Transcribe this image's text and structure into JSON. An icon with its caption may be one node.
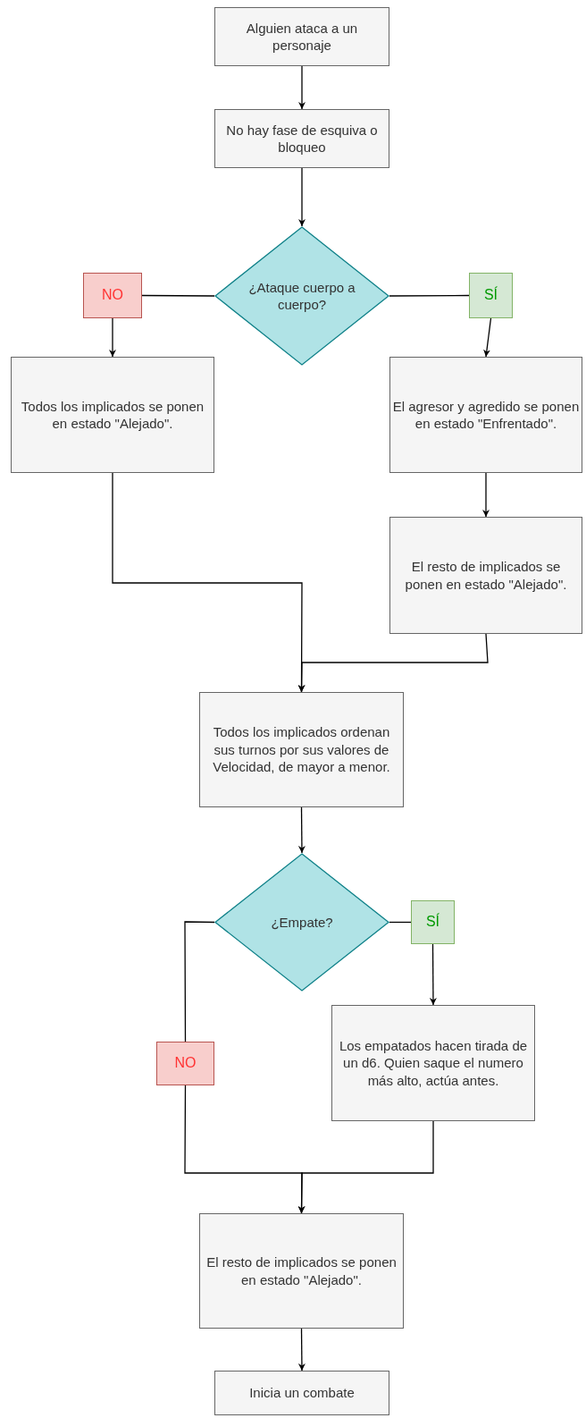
{
  "diagram": {
    "nodes": [
      {
        "text": [
          "Alguien ataca a un personaje"
        ]
      },
      {
        "text": [
          "No hay fase de esquiva o bloqueo"
        ]
      },
      {
        "text": [
          "¿Ataque cuerpo a cuerpo?"
        ]
      },
      {
        "text": [
          "NO"
        ]
      },
      {
        "text": [
          "SÍ"
        ]
      },
      {
        "text": [
          "Todos los implicados se ponen en estado \"Alejado\"."
        ]
      },
      {
        "text": [
          "El agresor y agredido se ponen en estado \"Enfrentado\"."
        ]
      },
      {
        "text": [
          "El resto de implicados se ponen en estado \"Alejado\"."
        ]
      },
      {
        "text": [
          "Todos los implicados ordenan sus turnos por sus valores de Velocidad, de mayor a menor."
        ]
      },
      {
        "text": [
          "¿Empate?"
        ]
      },
      {
        "text": [
          "SÍ"
        ]
      },
      {
        "text": [
          "Los empatados hacen tirada de un d6. Quien saque el numero más alto, actúa antes."
        ]
      },
      {
        "text": [
          "NO"
        ]
      },
      {
        "text": [
          "El resto de implicados se ponen en estado \"Alejado\"."
        ]
      },
      {
        "text": [
          "Inicia un combate"
        ]
      }
    ],
    "edges": [
      {
        "from": 0,
        "to": 1,
        "arrow": "to"
      },
      {
        "from": 1,
        "to": 2,
        "arrow": "to"
      },
      {
        "from": 2,
        "to": 3,
        "arrow": "none"
      },
      {
        "from": 2,
        "to": 4,
        "arrow": "none"
      },
      {
        "from": 3,
        "to": 5,
        "arrow": "to"
      },
      {
        "from": 4,
        "to": 6,
        "arrow": "to"
      },
      {
        "from": 6,
        "to": 7,
        "arrow": "to"
      },
      {
        "from": 5,
        "to": 8,
        "arrow": "to"
      },
      {
        "from": 7,
        "to": 8,
        "arrow": "to"
      },
      {
        "from": 8,
        "to": 9,
        "arrow": "to"
      },
      {
        "from": 9,
        "to": 10,
        "arrow": "none"
      },
      {
        "from": 10,
        "to": 11,
        "arrow": "to"
      },
      {
        "from": 9,
        "to": 12,
        "arrow": "none"
      },
      {
        "from": 12,
        "to": 13,
        "arrow": "to"
      },
      {
        "from": 11,
        "to": 13,
        "arrow": "to"
      },
      {
        "from": 13,
        "to": 14,
        "arrow": "to"
      }
    ]
  }
}
